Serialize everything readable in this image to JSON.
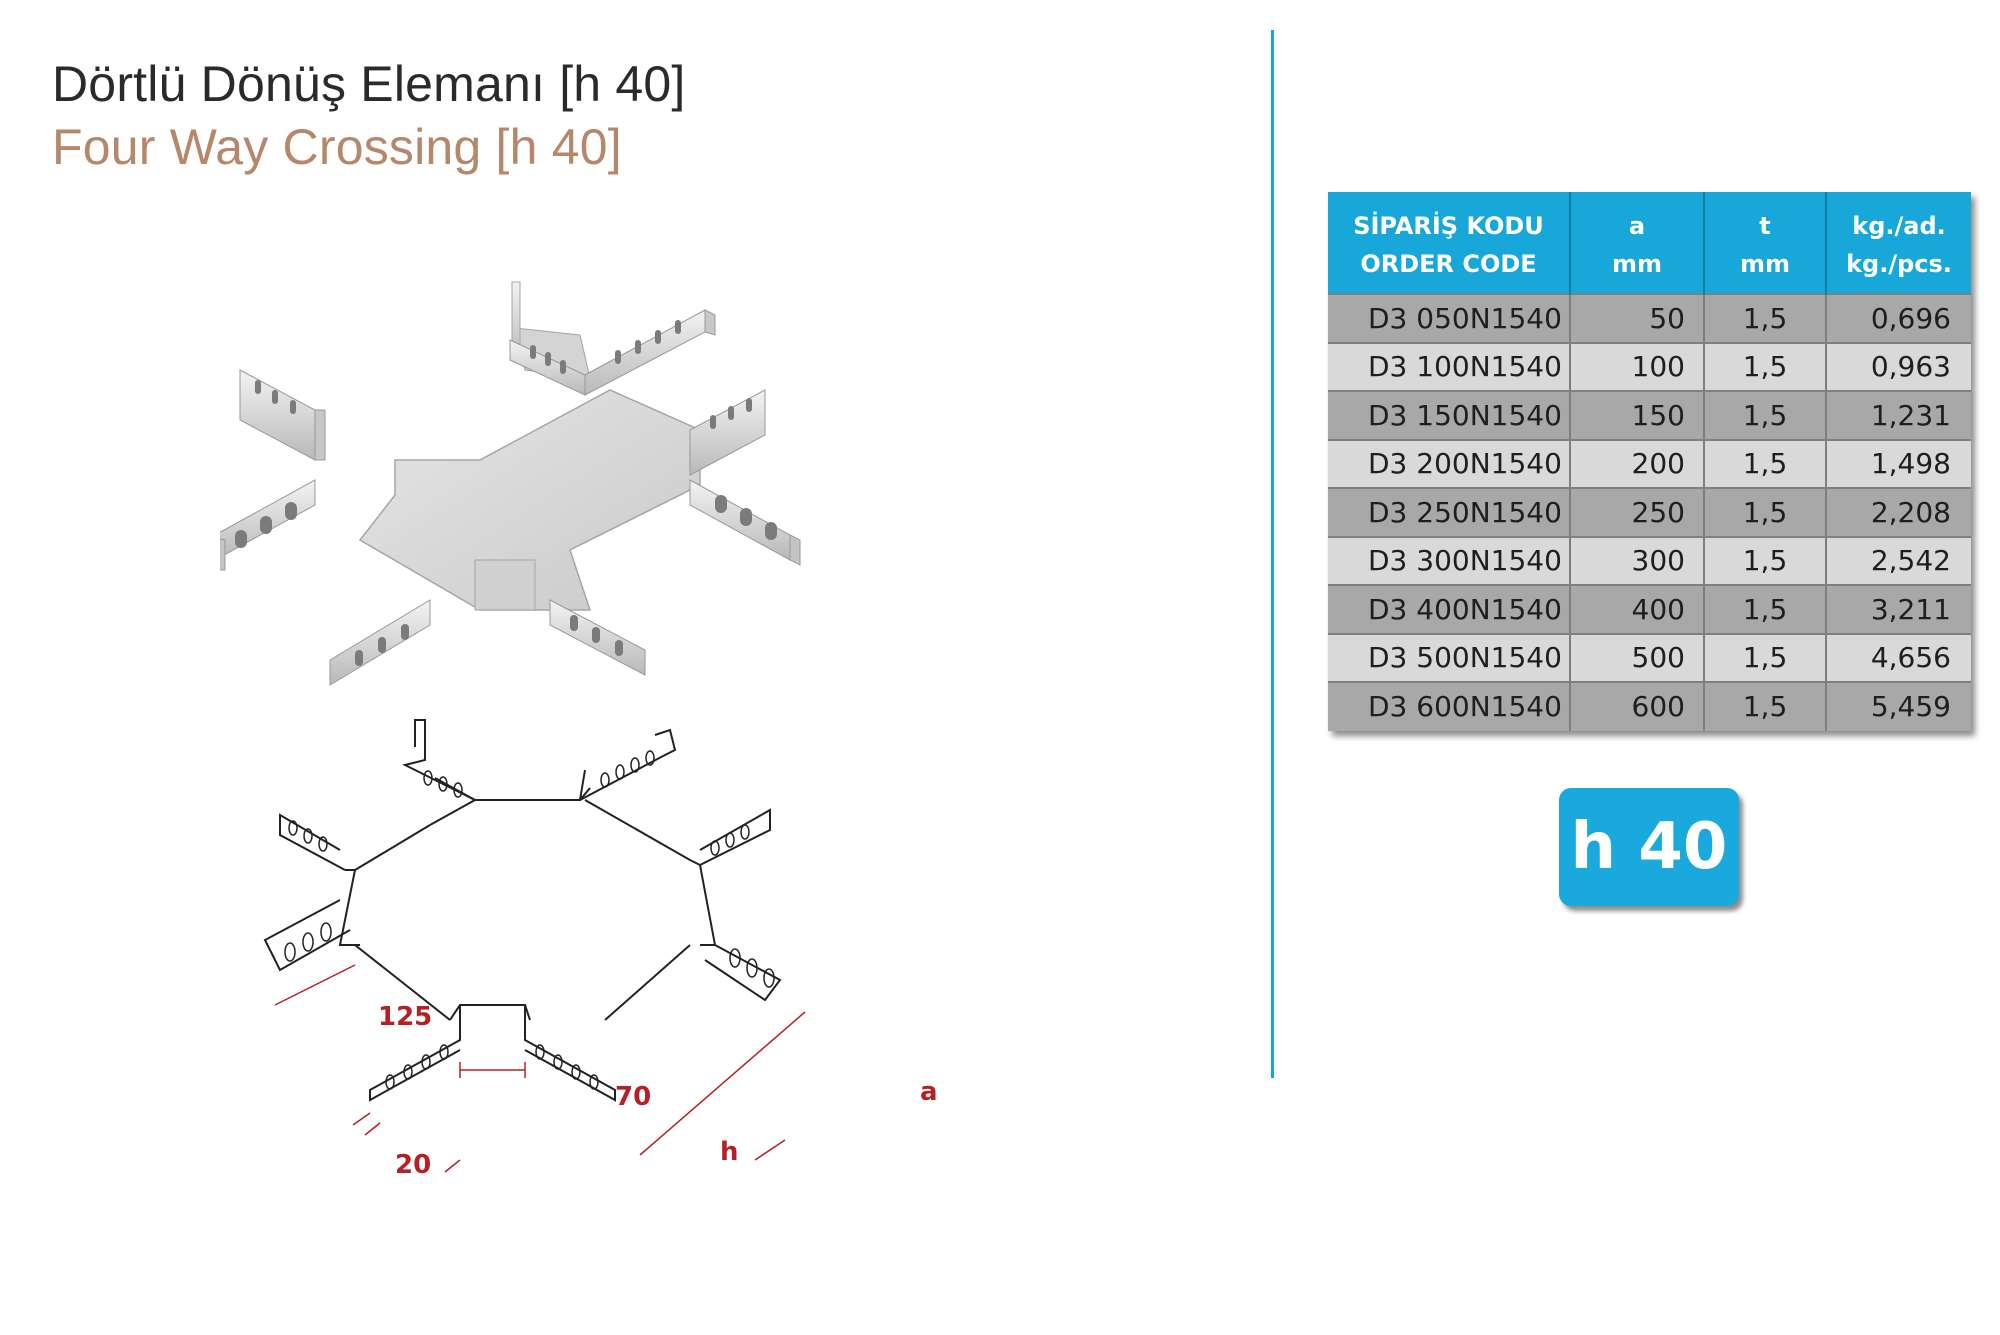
{
  "header": {
    "title_tr": "Dörtlü Dönüş Elemanı [h 40]",
    "title_en": "Four Way Crossing [h 40]"
  },
  "table": {
    "headers": [
      {
        "line1": "SİPARİŞ KODU",
        "line2": "ORDER CODE"
      },
      {
        "line1": "a",
        "line2": "mm"
      },
      {
        "line1": "t",
        "line2": "mm"
      },
      {
        "line1": "kg./ad.",
        "line2": "kg./pcs."
      }
    ],
    "rows": [
      [
        "D3 050N1540",
        "50",
        "1,5",
        "0,696"
      ],
      [
        "D3 100N1540",
        "100",
        "1,5",
        "0,963"
      ],
      [
        "D3 150N1540",
        "150",
        "1,5",
        "1,231"
      ],
      [
        "D3 200N1540",
        "200",
        "1,5",
        "1,498"
      ],
      [
        "D3 250N1540",
        "250",
        "1,5",
        "2,208"
      ],
      [
        "D3 300N1540",
        "300",
        "1,5",
        "2,542"
      ],
      [
        "D3 400N1540",
        "400",
        "1,5",
        "3,211"
      ],
      [
        "D3 500N1540",
        "500",
        "1,5",
        "4,656"
      ],
      [
        "D3 600N1540",
        "600",
        "1,5",
        "5,459"
      ]
    ]
  },
  "badge": {
    "label": "h 40"
  },
  "drawing": {
    "dim_125": "125",
    "dim_70": "70",
    "dim_a": "a",
    "dim_20": "20",
    "dim_h": "h"
  },
  "colors": {
    "accent": "#17a7d8",
    "title_en": "#b6876a",
    "dimension": "#b42026"
  }
}
